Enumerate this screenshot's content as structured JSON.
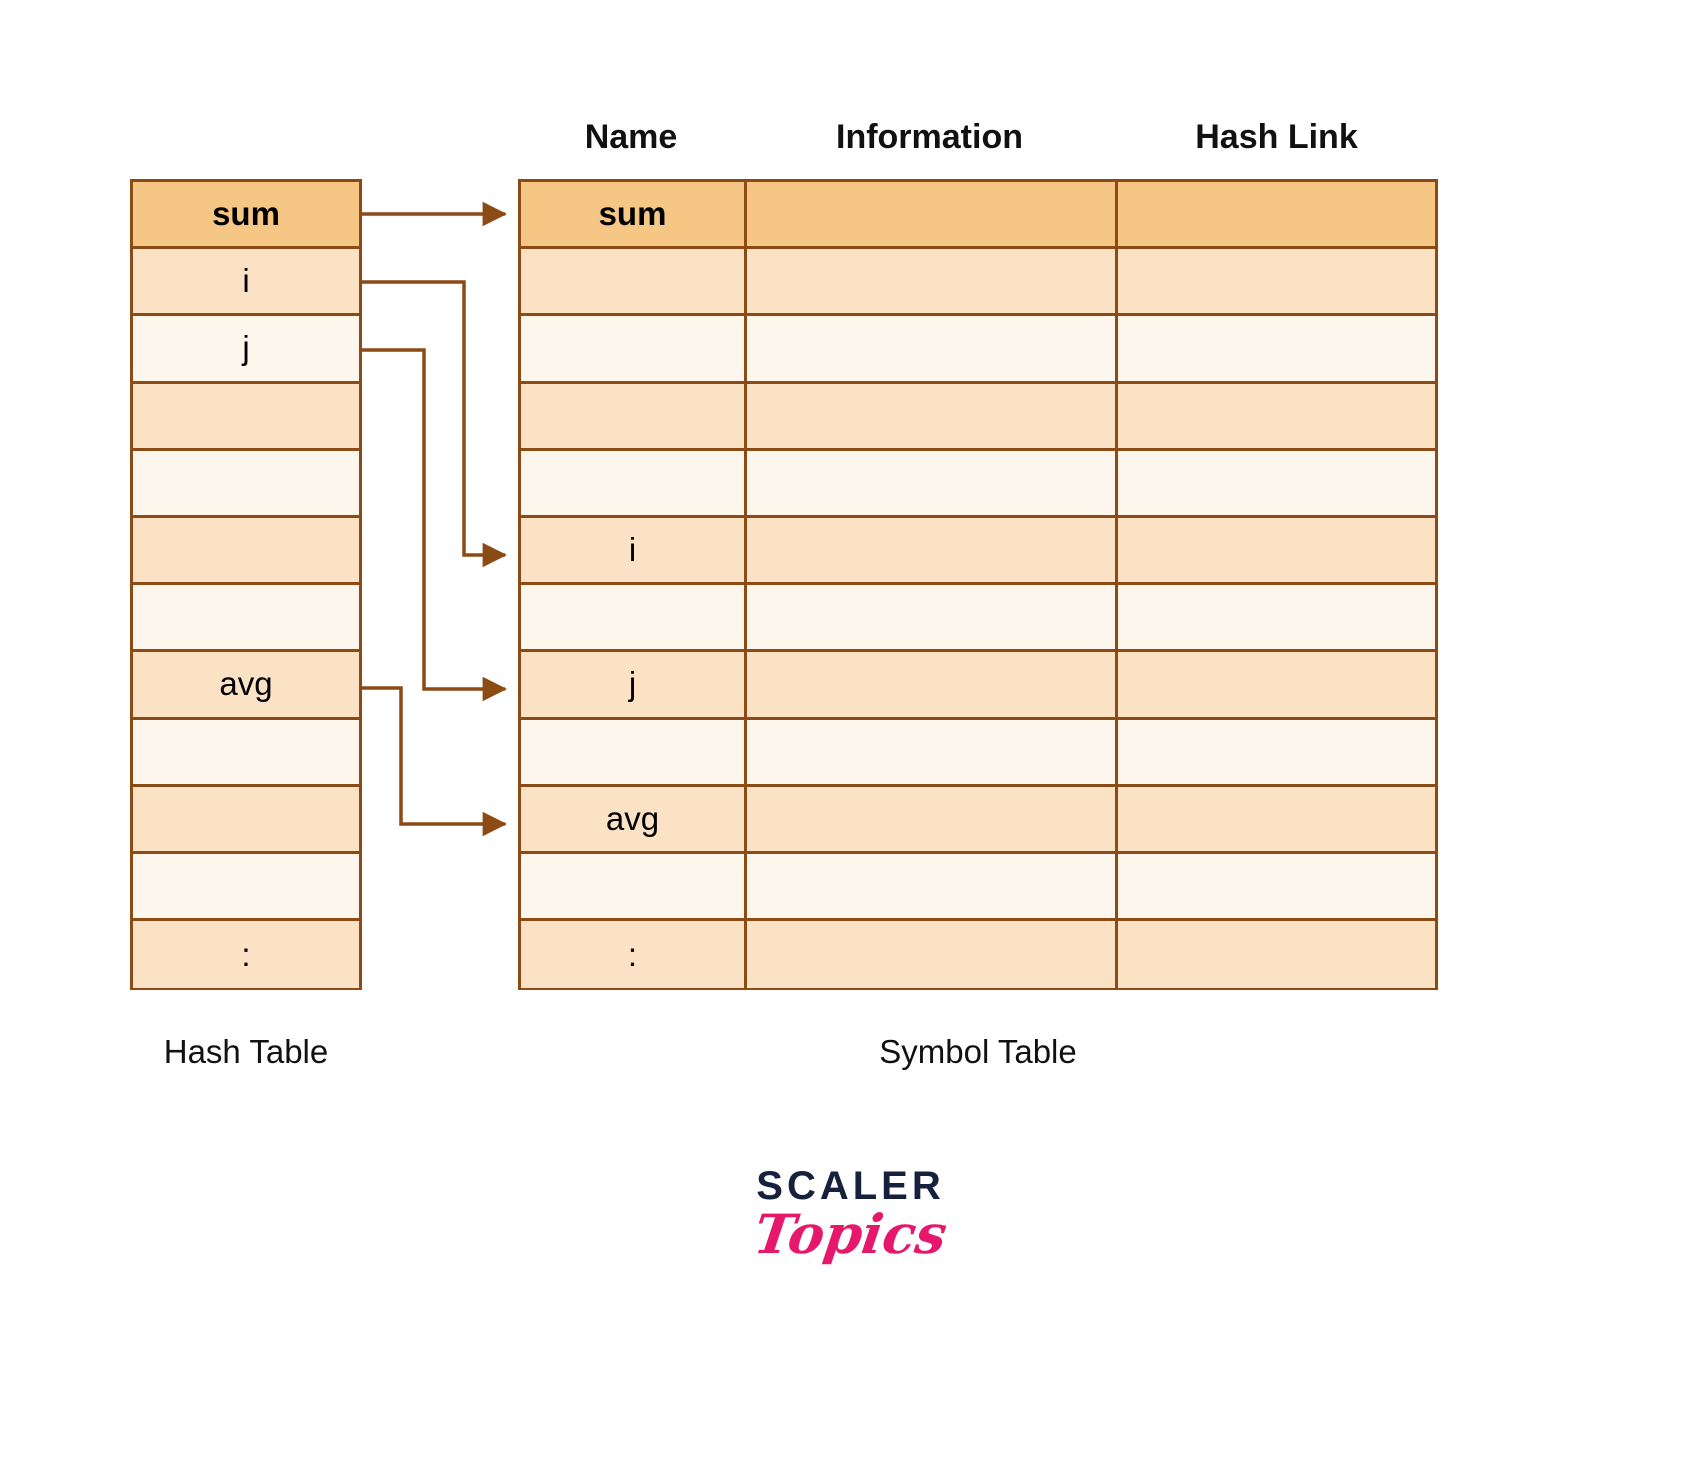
{
  "headers": {
    "name": "Name",
    "information": "Information",
    "hash_link": "Hash Link"
  },
  "hash_table": {
    "caption": "Hash Table",
    "rows": [
      {
        "label": "sum",
        "shade": "head",
        "bold": true
      },
      {
        "label": "i",
        "shade": "a",
        "bold": false
      },
      {
        "label": "j",
        "shade": "b",
        "bold": false
      },
      {
        "label": "",
        "shade": "a",
        "bold": false
      },
      {
        "label": "",
        "shade": "b",
        "bold": false
      },
      {
        "label": "",
        "shade": "a",
        "bold": false
      },
      {
        "label": "",
        "shade": "b",
        "bold": false
      },
      {
        "label": "avg",
        "shade": "a",
        "bold": false
      },
      {
        "label": "",
        "shade": "b",
        "bold": false
      },
      {
        "label": "",
        "shade": "a",
        "bold": false
      },
      {
        "label": "",
        "shade": "b",
        "bold": false
      },
      {
        "label": ":",
        "shade": "a",
        "bold": false
      }
    ]
  },
  "symbol_table": {
    "caption": "Symbol Table",
    "columns": [
      "Name",
      "Information",
      "Hash Link"
    ],
    "rows": [
      {
        "name": "sum",
        "information": "",
        "hash_link": "",
        "shade": "head",
        "bold": true
      },
      {
        "name": "",
        "information": "",
        "hash_link": "",
        "shade": "a",
        "bold": false
      },
      {
        "name": "",
        "information": "",
        "hash_link": "",
        "shade": "b",
        "bold": false
      },
      {
        "name": "",
        "information": "",
        "hash_link": "",
        "shade": "a",
        "bold": false
      },
      {
        "name": "",
        "information": "",
        "hash_link": "",
        "shade": "b",
        "bold": false
      },
      {
        "name": "i",
        "information": "",
        "hash_link": "",
        "shade": "a",
        "bold": false
      },
      {
        "name": "",
        "information": "",
        "hash_link": "",
        "shade": "b",
        "bold": false
      },
      {
        "name": "j",
        "information": "",
        "hash_link": "",
        "shade": "a",
        "bold": false
      },
      {
        "name": "",
        "information": "",
        "hash_link": "",
        "shade": "b",
        "bold": false
      },
      {
        "name": "avg",
        "information": "",
        "hash_link": "",
        "shade": "a",
        "bold": false
      },
      {
        "name": "",
        "information": "",
        "hash_link": "",
        "shade": "b",
        "bold": false
      },
      {
        "name": ":",
        "information": "",
        "hash_link": "",
        "shade": "a",
        "bold": false
      }
    ]
  },
  "connectors": [
    {
      "from": "sum",
      "to": "sum"
    },
    {
      "from": "i",
      "to": "i"
    },
    {
      "from": "j",
      "to": "j"
    },
    {
      "from": "avg",
      "to": "avg"
    }
  ],
  "logo": {
    "primary": "SCALER",
    "secondary": "Topics"
  },
  "colors": {
    "border": "#8C4A15",
    "header_row": "#F6C684",
    "row_shade_a": "#FBE2C4",
    "row_shade_b": "#FDF6EC",
    "connector": "#8C4A15",
    "logo_primary": "#16213E",
    "logo_secondary": "#E5186B",
    "background": "#FFFFFF"
  }
}
